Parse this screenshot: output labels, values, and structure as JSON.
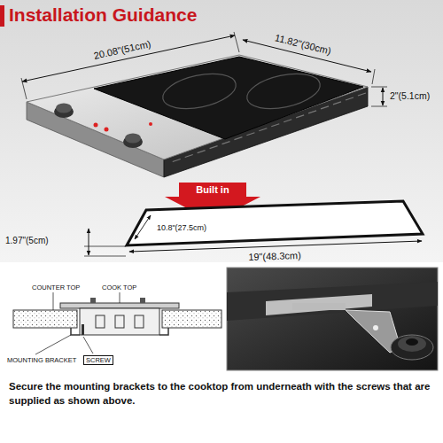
{
  "diagram": {
    "title": "Installation Guidance",
    "caption": "Secure the mounting brackets to the cooktop from underneath with the screws that are supplied as shown above.",
    "labels": [
      "20.08\"(51cm)",
      "11.82\"(30cm)",
      "2\"(5.1cm)",
      "Built in",
      "1.97\"(5cm)",
      "10.8\"(27.5cm)",
      "19\"(48.3cm)",
      "COUNTER TOP",
      "COOK TOP",
      "MOUNTING BRACKET",
      "SCREW"
    ]
  }
}
